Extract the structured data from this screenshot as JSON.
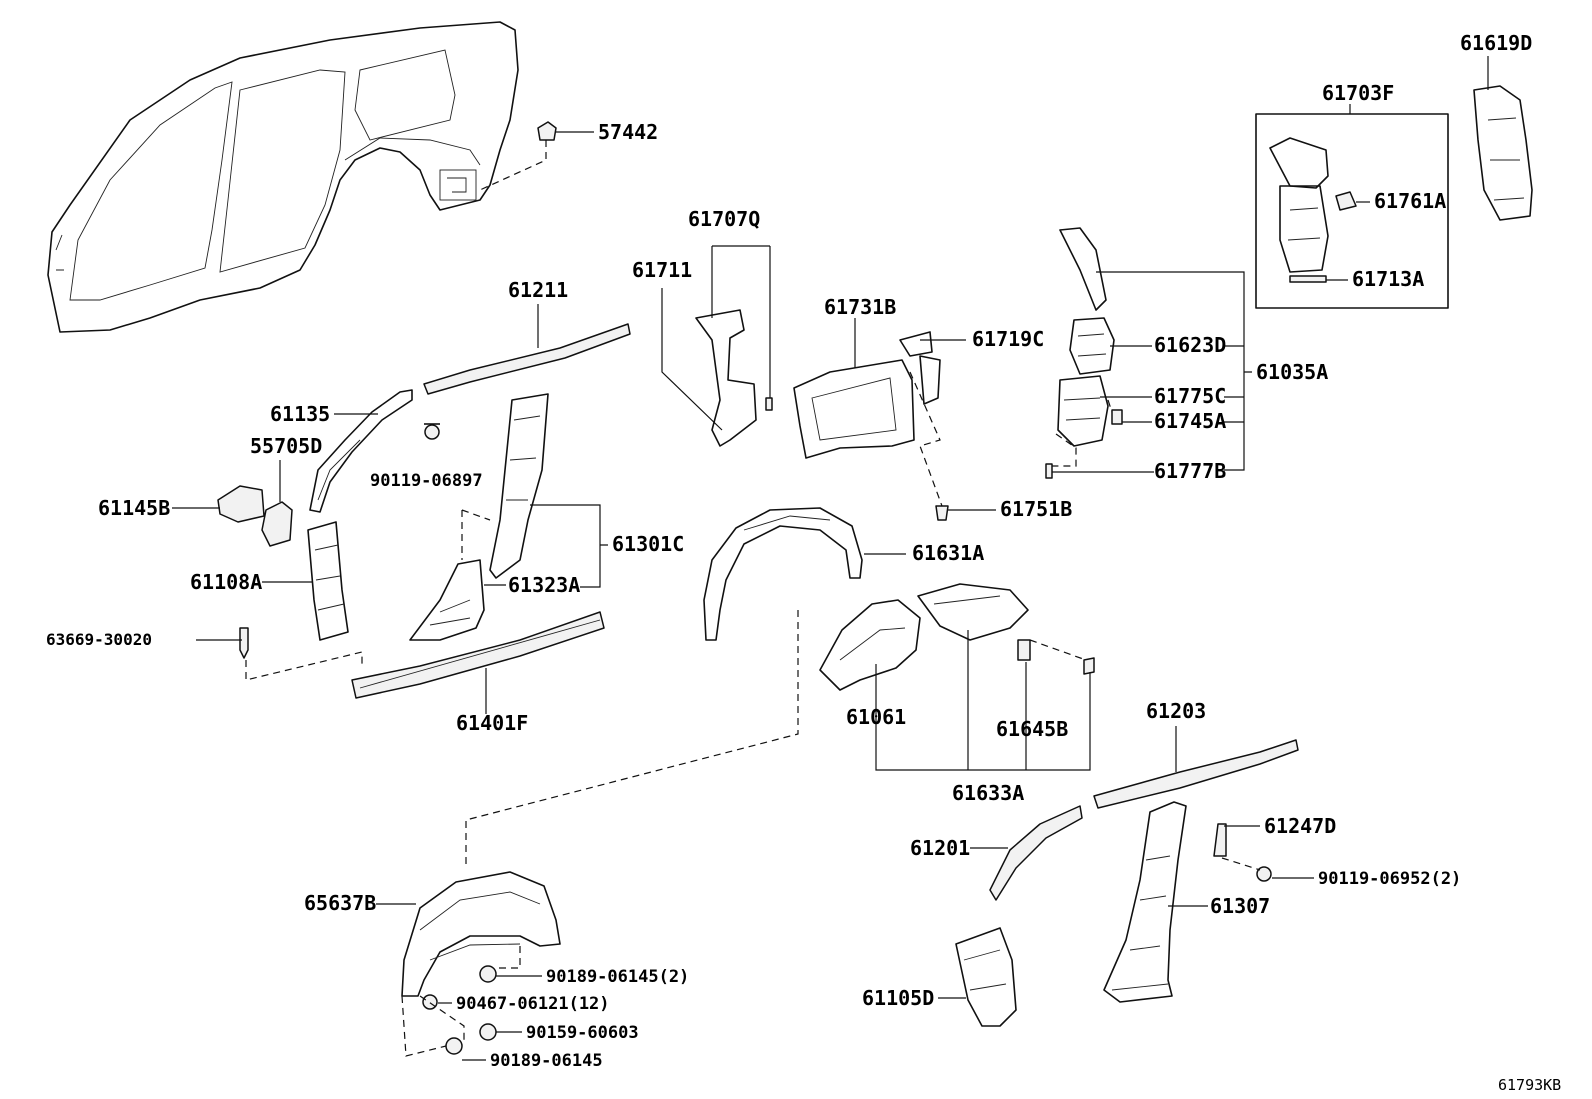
{
  "diagram_id": "61793KB",
  "labels": [
    {
      "key": "p57442",
      "text": "57442"
    },
    {
      "key": "p61707Q",
      "text": "61707Q"
    },
    {
      "key": "p61711",
      "text": "61711"
    },
    {
      "key": "p61211",
      "text": "61211"
    },
    {
      "key": "p61731B",
      "text": "61731B"
    },
    {
      "key": "p61719C",
      "text": "61719C"
    },
    {
      "key": "p61135",
      "text": "61135"
    },
    {
      "key": "p55705D",
      "text": "55705D"
    },
    {
      "key": "p90119_06897",
      "text": "90119-06897"
    },
    {
      "key": "p61145B",
      "text": "61145B"
    },
    {
      "key": "p61301C",
      "text": "61301C"
    },
    {
      "key": "p61323A",
      "text": "61323A"
    },
    {
      "key": "p61108A",
      "text": "61108A"
    },
    {
      "key": "p63669_30020",
      "text": "63669-30020"
    },
    {
      "key": "p61401F",
      "text": "61401F"
    },
    {
      "key": "p61751B",
      "text": "61751B"
    },
    {
      "key": "p61631A",
      "text": "61631A"
    },
    {
      "key": "p61061",
      "text": "61061"
    },
    {
      "key": "p61645B",
      "text": "61645B"
    },
    {
      "key": "p61633A",
      "text": "61633A"
    },
    {
      "key": "p61203",
      "text": "61203"
    },
    {
      "key": "p61201",
      "text": "61201"
    },
    {
      "key": "p61247D",
      "text": "61247D"
    },
    {
      "key": "p90119_06952",
      "text": "90119-06952(2)"
    },
    {
      "key": "p61307",
      "text": "61307"
    },
    {
      "key": "p61105D",
      "text": "61105D"
    },
    {
      "key": "p65637B",
      "text": "65637B"
    },
    {
      "key": "p90189_06145_2",
      "text": "90189-06145(2)"
    },
    {
      "key": "p90467_06121",
      "text": "90467-06121(12)"
    },
    {
      "key": "p90159_60603",
      "text": "90159-60603"
    },
    {
      "key": "p90189_06145",
      "text": "90189-06145"
    },
    {
      "key": "p61619D",
      "text": "61619D"
    },
    {
      "key": "p61703F",
      "text": "61703F"
    },
    {
      "key": "p61761A",
      "text": "61761A"
    },
    {
      "key": "p61713A",
      "text": "61713A"
    },
    {
      "key": "p61623D",
      "text": "61623D"
    },
    {
      "key": "p61035A",
      "text": "61035A"
    },
    {
      "key": "p61775C",
      "text": "61775C"
    },
    {
      "key": "p61745A",
      "text": "61745A"
    },
    {
      "key": "p61777B",
      "text": "61777B"
    }
  ]
}
